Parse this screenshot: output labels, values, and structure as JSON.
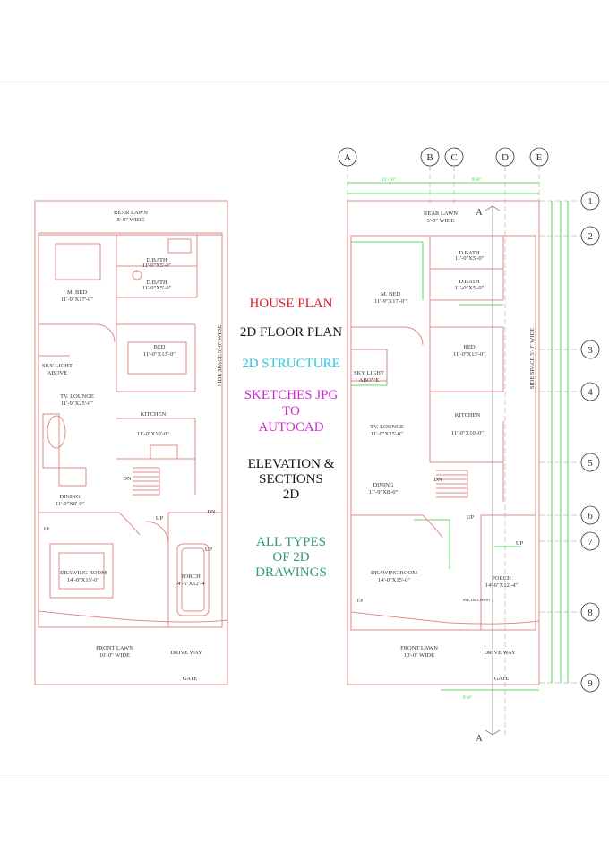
{
  "center_text": {
    "house_plan": "HOUSE PLAN",
    "floor_plan": "2D FLOOR PLAN",
    "structure": "2D STRUCTURE",
    "sketches": [
      "SKETCHES JPG",
      "TO",
      "AUTOCAD"
    ],
    "elevation": [
      "ELEVATION &",
      "SECTIONS",
      "2D"
    ],
    "all_types": [
      "ALL TYPES",
      "OF 2D",
      "DRAWINGS"
    ]
  },
  "colors": {
    "house_plan": "#e0202a",
    "floor_plan": "#111111",
    "structure": "#2ec6d8",
    "sketches": "#d22ad2",
    "elevation": "#111111",
    "all_types": "#2e9a74",
    "plan_lines": "#e38a8a",
    "dimension_lines": "#2bd12b",
    "grid_bubbles": "#333333"
  },
  "left_plan": {
    "rear_lawn": "REAR LAWN",
    "rear_lawn_w": "5'-0\" WIDE",
    "d_bath1": "D.BATH",
    "d_bath1_size": "11'-0\"X5'-0\"",
    "d_bath2": "D.BATH",
    "d_bath2_size": "11'-0\"X5'-0\"",
    "m_bed": "M. BED",
    "m_bed_size": "11'-9\"X17'-0\"",
    "bed": "BED",
    "bed_size": "11'-0\"X13'-0\"",
    "sky_light": "SKY LIGHT",
    "sky_light2": "ABOVE",
    "tv_lounge": "TV. LOUNGE",
    "tv_lounge_size": "11'-9\"X25'-0\"",
    "kitchen": "KITCHEN",
    "kitchen_size": "11'-0\"X10'-0\"",
    "dn": "DN",
    "dining": "DINING",
    "dining_size": "11'-9\"X8'-0\"",
    "up": "UP",
    "dn2": "DN",
    "up2": "UP",
    "drawing_room": "DRAWING ROOM",
    "drawing_room_size": "14'-0\"X15'-0\"",
    "porch": "PORCH",
    "porch_size": "14'-6\"X12'-4\"",
    "front_lawn": "FRONT LAWN",
    "front_lawn_w": "10'-0\" WIDE",
    "drive_way": "DRIVE WAY",
    "gate": "GATE",
    "side_space": "SIDE SPACE 5'-0\" WIDE",
    "fp": "F.P"
  },
  "right_plan": {
    "col_labels": [
      "A",
      "B",
      "C",
      "D",
      "E"
    ],
    "row_labels": [
      "1",
      "2",
      "3",
      "4",
      "5",
      "6",
      "7",
      "8",
      "9"
    ],
    "rear_lawn": "REAR LAWN",
    "rear_lawn_w": "5'-0\" WIDE",
    "d_bath1": "D.BATH",
    "d_bath1_size": "11'-0\"X5'-0\"",
    "d_bath2": "D.BATH",
    "d_bath2_size": "11'-0\"X5'-0\"",
    "m_bed": "M. BED",
    "m_bed_size": "11'-9\"X17'-0\"",
    "bed": "BED",
    "bed_size": "11'-0\"X13'-0\"",
    "sky_light": "SKY LIGHT",
    "sky_light2": "ABOVE",
    "tv_lounge": "TV. LOUNGE",
    "tv_lounge_size": "11'-9\"X25'-0\"",
    "kitchen": "KITCHEN",
    "kitchen_size": "11'-0\"X10'-0\"",
    "dn": "DN",
    "dining": "DINING",
    "dining_size": "11'-9\"X8'-0\"",
    "up": "UP",
    "up2": "UP",
    "drawing_room": "DRAWING ROOM",
    "drawing_room_size": "14'-0\"X15'-0\"",
    "porch": "PORCH",
    "porch_size": "14'-6\"X12'-4\"",
    "front_lawn": "FRONT LAWN",
    "front_lawn_w": "10'-0\" WIDE",
    "drive_way": "DRIVE WAY",
    "gate": "GATE",
    "side_space": "SIDE SPACE 5'-0\" WIDE",
    "section_mark": "A",
    "see_detail": "SEE DET.SD-01",
    "fp": "F.P",
    "dim_top1": "12'-10\"",
    "dim_top2": "9'-6\"",
    "dim_bottom": "9'-0\""
  }
}
